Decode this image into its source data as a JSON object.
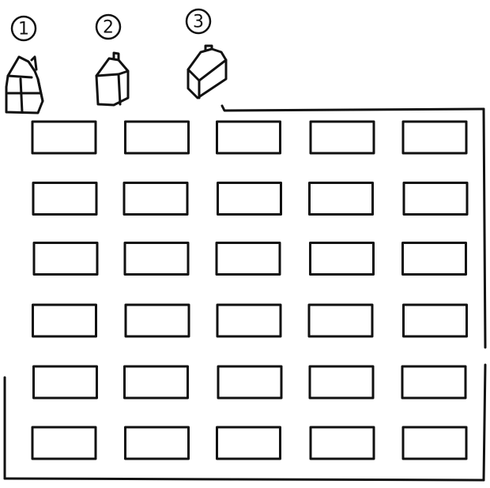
{
  "labels": [
    "1",
    "2",
    "3"
  ],
  "houses": [
    {
      "label": "1",
      "style": "gable-with-window"
    },
    {
      "label": "2",
      "style": "small-gable"
    },
    {
      "label": "3",
      "style": "angled-gable"
    }
  ],
  "grid": {
    "rows": 6,
    "columns": 5,
    "shape": "rectangle"
  },
  "colors": {
    "ink": "#111111",
    "paper": "#ffffff"
  }
}
